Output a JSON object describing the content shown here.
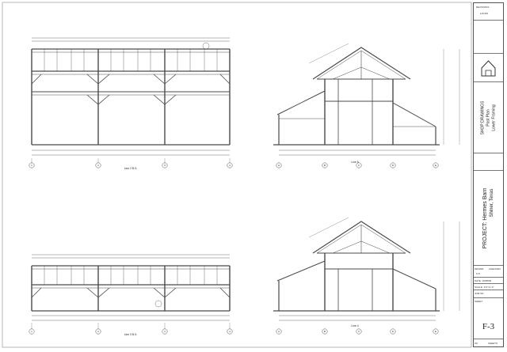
{
  "title_block": {
    "drawing_title_1": "SHOP DRAWINGS",
    "drawing_title_2": "Post Plan",
    "drawing_title_3": "Lower Framing",
    "project_label": "PROJECT:",
    "project_name": "Hermes Barn",
    "project_location": "Shiner, Texas",
    "drawn_label": "DRAWN:",
    "drawn_value": "S.P.",
    "checked_label": "CHECKED:",
    "date_label": "DATE:",
    "date_value": "10/08/06",
    "scale_label": "SCALE:",
    "scale_value": "1/4\"=1'-0\"",
    "job_label": "JOB NO.:",
    "sheet_label": "SHEET:",
    "sheet_number": "F-3",
    "of_label": "OF",
    "sheets_label": "SHEETS",
    "revisions_label": "REVISIONS",
    "revisions_value": "1/21/06"
  },
  "views": {
    "top_left_caption": "Line 2 B.S.",
    "top_right_caption": "Line 5",
    "bottom_left_caption": "Line 3 B.S.",
    "bottom_right_caption": "Line 4",
    "top_left_grid": [
      "1",
      "2",
      "3",
      "4"
    ],
    "top_right_grid": [
      "A",
      "B",
      "C",
      "D",
      "E"
    ],
    "bottom_left_grid": [
      "1",
      "2",
      "3",
      "4"
    ],
    "bottom_right_grid": [
      "A",
      "B",
      "C",
      "D",
      "E"
    ]
  },
  "colors": {
    "line": "#4a4a4a",
    "border": "#555555"
  },
  "icons": {
    "logo": "house-logo-icon"
  }
}
